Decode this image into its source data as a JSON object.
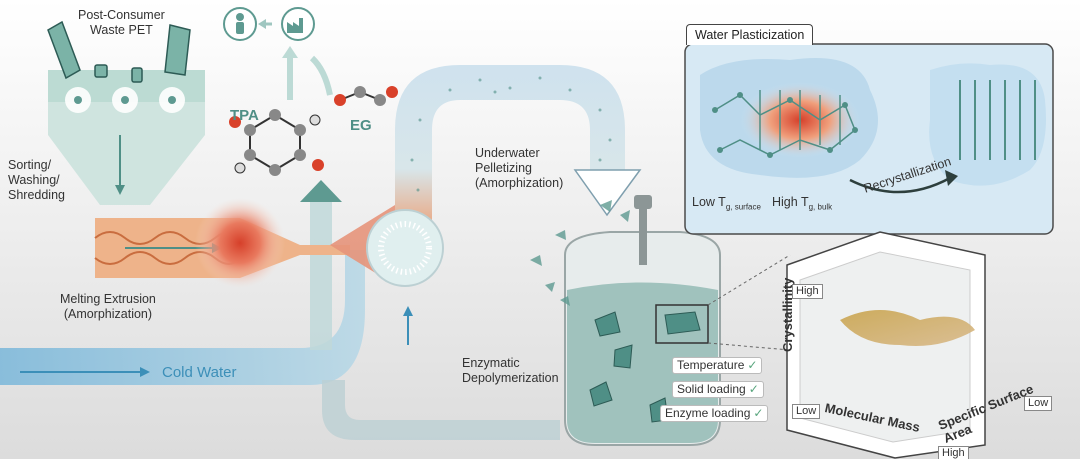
{
  "labels": {
    "feedstock": "Post-Consumer\nWaste PET",
    "sorting": "Sorting/\nWashing/\nShredding",
    "melting": "Melting Extrusion\n(Amorphization)",
    "pelletizing": "Underwater\nPelletizing\n(Amorphization)",
    "cold_water": "Cold Water",
    "enzymatic": "Enzymatic\nDepolymerization",
    "tpa": "TPA",
    "eg": "EG"
  },
  "plasticization": {
    "title": "Water Plasticization",
    "low_tg": "Low T",
    "low_tg_sub": "g, surface",
    "high_tg": "High T",
    "high_tg_sub": "g, bulk",
    "recrystallization": "Recrystallization"
  },
  "conditions": [
    "Temperature",
    "Solid loading",
    "Enzyme loading"
  ],
  "plot3d": {
    "y_axis": "Crystallinity",
    "x_axis": "Molecular Mass",
    "z_axis": "Specific Surface\nArea",
    "high_label": "High",
    "low_label": "Low",
    "low_label_right": "Low",
    "high_label_bottom": "High"
  },
  "icons": [
    "person-icon",
    "factory-icon"
  ],
  "colors": {
    "teal": "#4f8f86",
    "water_blue": "#3c8fb8",
    "heat_red": "#d6402a",
    "extruder_orange": "#e8a06a",
    "panel_blue": "#cfe4f2"
  }
}
